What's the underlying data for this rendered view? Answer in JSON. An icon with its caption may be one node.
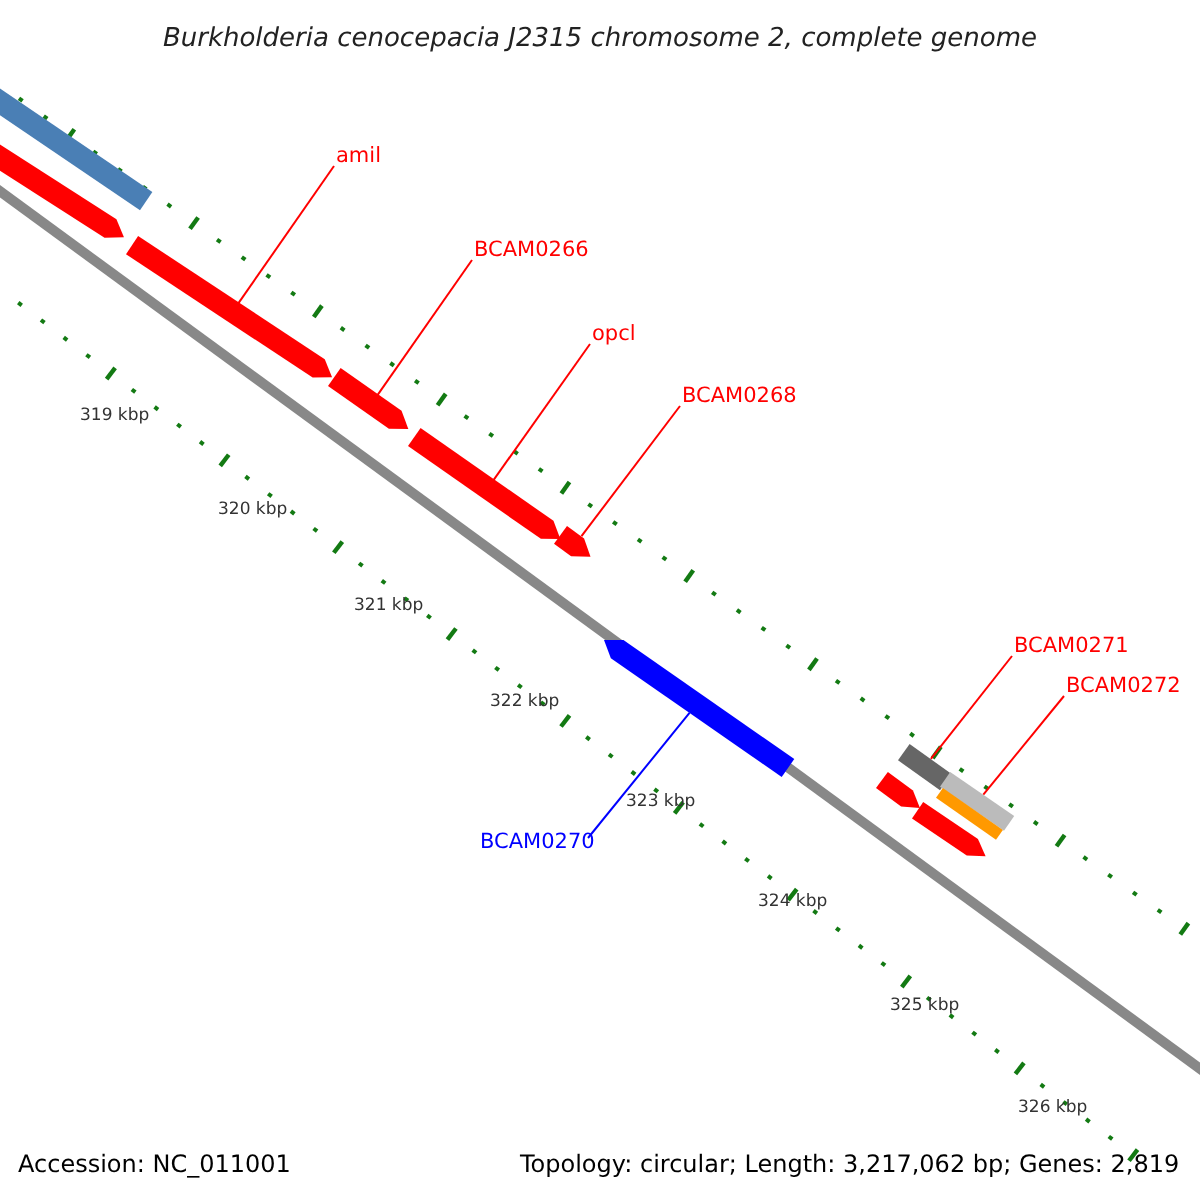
{
  "diagram": {
    "title": "Burkholderia cenocepacia J2315 chromosome 2, complete genome",
    "nodes": [
      {
        "text": [
          "amil"
        ]
      },
      {
        "text": [
          "BCAM0266"
        ]
      },
      {
        "text": [
          "opcl"
        ]
      },
      {
        "text": [
          "BCAM0268"
        ]
      },
      {
        "text": [
          "BCAM0270"
        ]
      },
      {
        "text": [
          "BCAM0271"
        ]
      },
      {
        "text": [
          "BCAM0272"
        ]
      },
      {
        "text": [],
        "shape": "bar"
      },
      {
        "text": [],
        "shape": "bar"
      },
      {
        "text": [],
        "shape": "bar"
      },
      {
        "text": [],
        "shape": "bar"
      },
      {
        "text": [],
        "shape": "bar"
      },
      {
        "text": [],
        "shape": "bar"
      },
      {
        "text": [],
        "shape": "bar"
      },
      {
        "text": [],
        "shape": "bar"
      },
      {
        "text": [],
        "shape": "bar"
      },
      {
        "text": [],
        "shape": "bar"
      },
      {
        "text": [],
        "shape": "bar"
      },
      {
        "text": [],
        "shape": "bar"
      }
    ],
    "edges": [
      {
        "from": 0,
        "to": 9,
        "arrow": "none"
      },
      {
        "from": 1,
        "to": 10,
        "arrow": "none"
      },
      {
        "from": 2,
        "to": 11,
        "arrow": "none"
      },
      {
        "from": 3,
        "to": 12,
        "arrow": "none"
      },
      {
        "from": 4,
        "to": 13,
        "arrow": "none",
        "color": "#0000ff"
      },
      {
        "from": 5,
        "to": 14,
        "arrow": "none"
      },
      {
        "from": 6,
        "to": 15,
        "arrow": "none"
      }
    ],
    "labels": [
      "319 kbp",
      "320 kbp",
      "321 kbp",
      "322 kbp",
      "323 kbp",
      "324 kbp",
      "325 kbp",
      "326 kbp",
      "Accession: NC_011001",
      "Topology: circular; Length: 3,217,062 bp; Genes: 2,819"
    ]
  }
}
